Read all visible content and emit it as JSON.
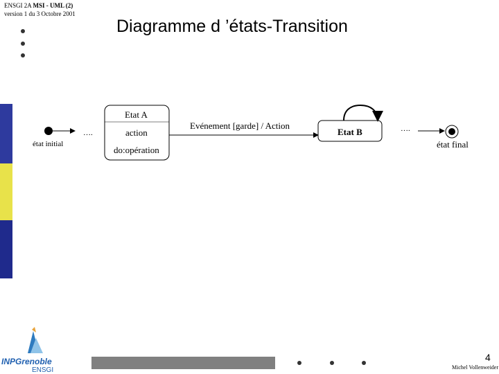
{
  "header": {
    "line1_prefix": "ENSGI 2A ",
    "line1_bold": "MSI - UML (2)",
    "line2": "version 1 du 3  Octobre 2001"
  },
  "title": "Diagramme d ’états-Transition",
  "diagram": {
    "initial_label": "état initial",
    "dots_left": "….",
    "state_a": {
      "name": "Etat A",
      "action": "action",
      "activity": "do:opération"
    },
    "transition_label": "Evénement [garde] / Action",
    "state_b": {
      "name": "Etat B"
    },
    "dots_right": "….",
    "final_label": "état final"
  },
  "logo": {
    "text": "INPGrenoble",
    "subtext": "ENSGI"
  },
  "footer": {
    "page_number": "4",
    "author": "Michel Vollenweider"
  },
  "colors": {
    "stripe_blue": "#2e3a9e",
    "stripe_yellow": "#e8e24a",
    "stripe_navy": "#1f2a8c",
    "footer_bar": "#808080"
  }
}
